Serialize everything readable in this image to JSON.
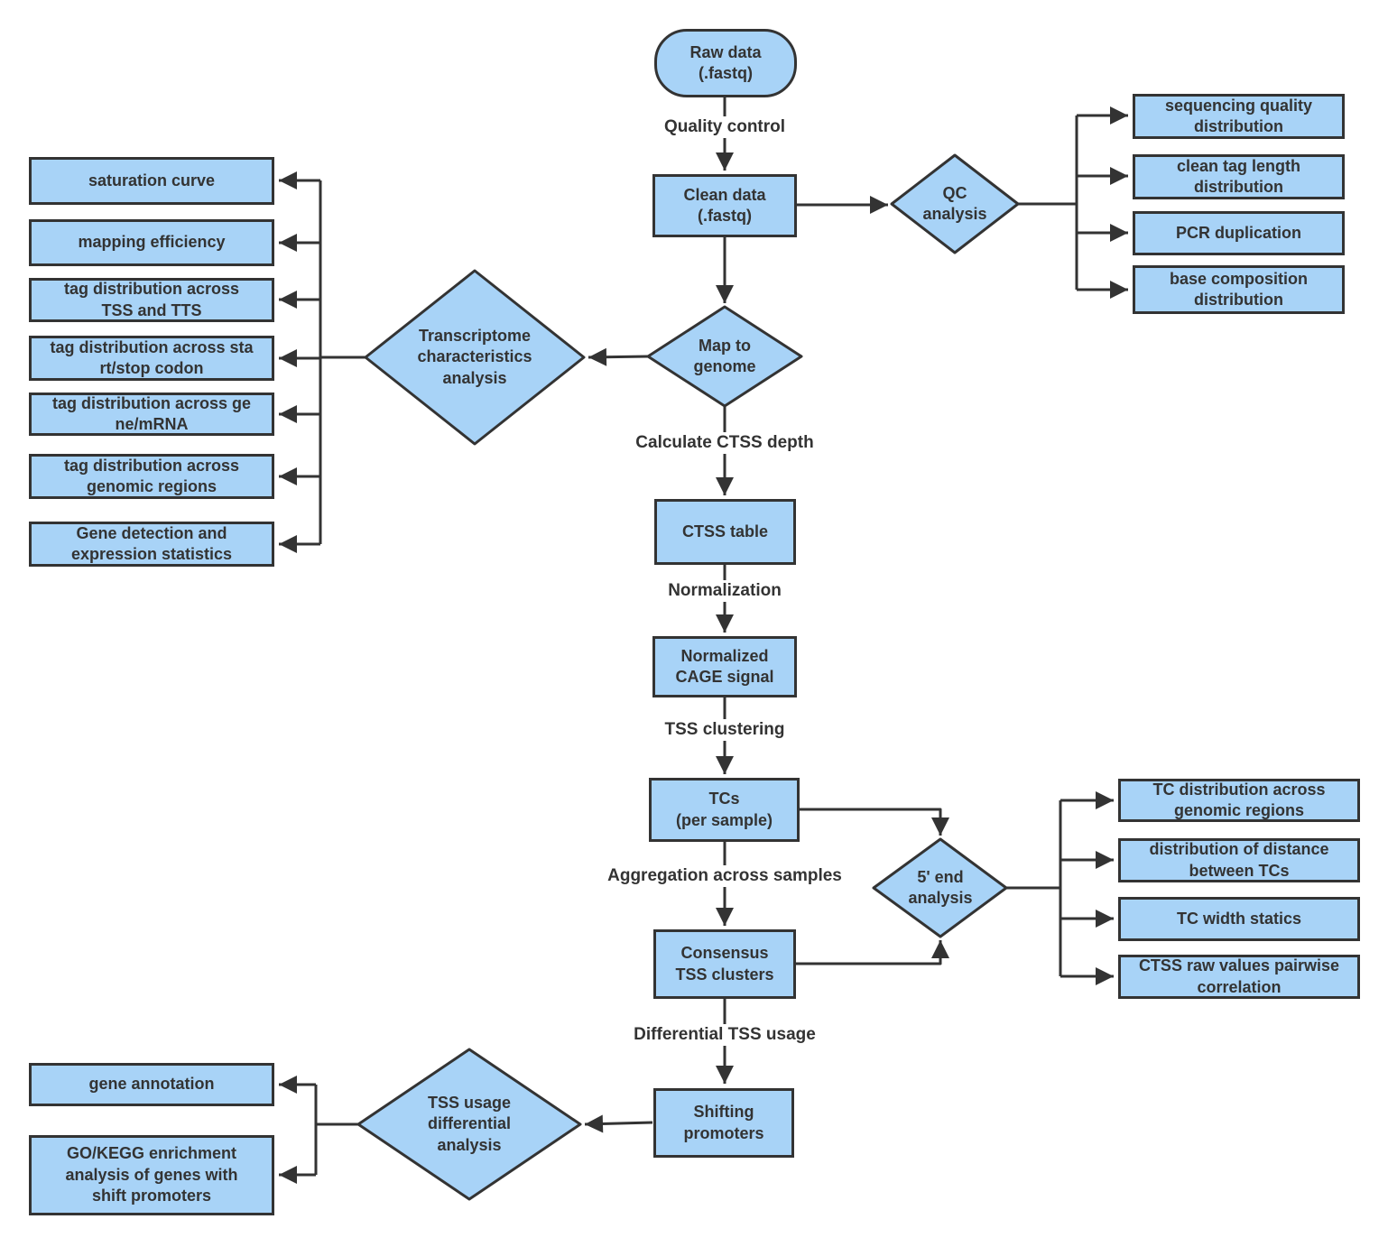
{
  "colors": {
    "node_fill": "#A8D3F7",
    "node_border": "#333333",
    "connector": "#333333",
    "text": "#333333",
    "background": "#FFFFFF"
  },
  "nodes": {
    "raw_data": {
      "label": "Raw data\n(.fastq)"
    },
    "clean_data": {
      "label": "Clean data\n(.fastq)"
    },
    "qc_analysis": {
      "label": "QC\nanalysis"
    },
    "sequencing_quality": {
      "label": "sequencing quality\ndistribution"
    },
    "clean_tag_length": {
      "label": "clean tag length\ndistribution"
    },
    "pcr_duplication": {
      "label": "PCR duplication"
    },
    "base_composition": {
      "label": "base composition\ndistribution"
    },
    "map_to_genome": {
      "label": "Map to\ngenome"
    },
    "transcriptome_analysis": {
      "label": "Transcriptome\ncharacteristics\nanalysis"
    },
    "saturation_curve": {
      "label": "saturation curve"
    },
    "mapping_efficiency": {
      "label": "mapping efficiency"
    },
    "tag_dist_tss_tts": {
      "label": "tag distribution across\nTSS and TTS"
    },
    "tag_dist_start_stop": {
      "label": "tag distribution across sta\nrt/stop codon"
    },
    "tag_dist_gene_mrna": {
      "label": "tag distribution across ge\nne/mRNA"
    },
    "tag_dist_genomic": {
      "label": "tag distribution across\ngenomic regions"
    },
    "gene_detection": {
      "label": "Gene detection and\nexpression statistics"
    },
    "ctss_table": {
      "label": "CTSS table"
    },
    "normalized_cage": {
      "label": "Normalized\nCAGE signal"
    },
    "tcs_per_sample": {
      "label": "TCs\n(per sample)"
    },
    "consensus_tss": {
      "label": "Consensus\nTSS clusters"
    },
    "five_prime_analysis": {
      "label": "5' end\nanalysis"
    },
    "tc_dist_genomic": {
      "label": "TC distribution across\ngenomic regions"
    },
    "dist_between_tcs": {
      "label": "distribution of distance\nbetween TCs"
    },
    "tc_width_statics": {
      "label": "TC width statics"
    },
    "ctss_raw_pairwise": {
      "label": "CTSS raw values pairwise\ncorrelation"
    },
    "shifting_promoters": {
      "label": "Shifting\npromoters"
    },
    "tss_usage_analysis": {
      "label": "TSS usage\ndifferential\nanalysis"
    },
    "gene_annotation": {
      "label": "gene annotation"
    },
    "go_kegg": {
      "label": "GO/KEGG enrichment\nanalysis of genes with\nshift promoters"
    }
  },
  "edge_labels": {
    "quality_control": "Quality control",
    "calculate_ctss_depth": "Calculate CTSS depth",
    "normalization": "Normalization",
    "tss_clustering": "TSS clustering",
    "aggregation": "Aggregation across samples",
    "differential_tss_usage": "Differential TSS usage"
  }
}
